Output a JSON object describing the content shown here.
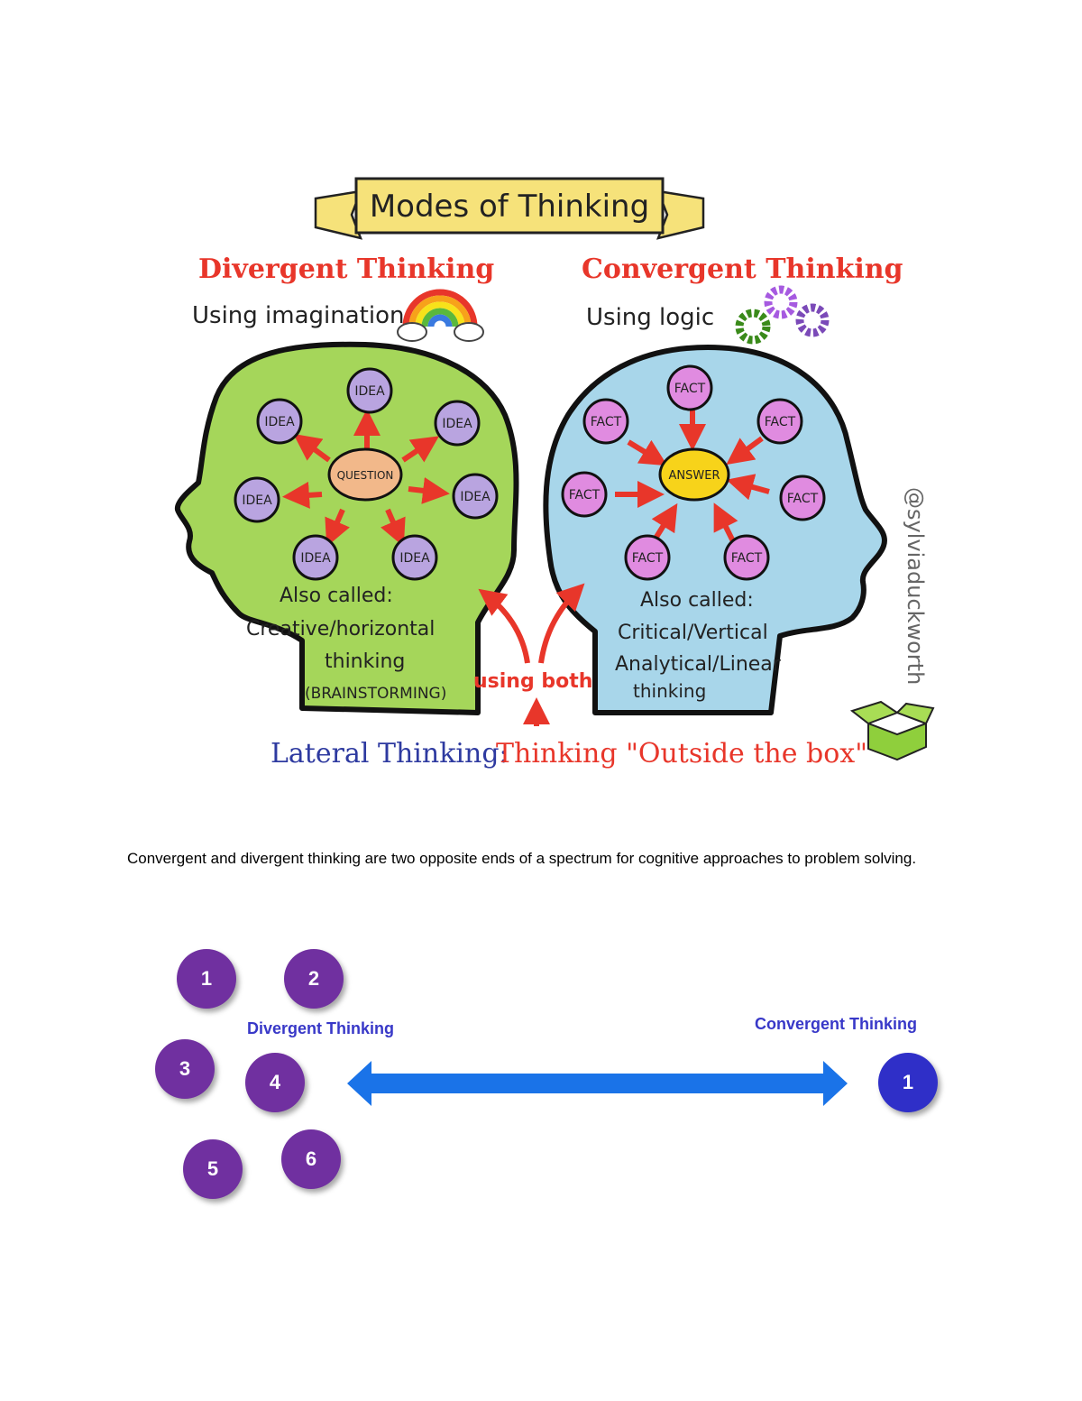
{
  "illustration": {
    "banner_title": "Modes of Thinking",
    "divergent": {
      "title": "Divergent Thinking",
      "subtitle": "Using imagination",
      "center": "QUESTION",
      "nodes": [
        "IDEA",
        "IDEA",
        "IDEA",
        "IDEA",
        "IDEA",
        "IDEA",
        "IDEA"
      ],
      "also_called": [
        "Also called:",
        "Creative/horizontal",
        "thinking",
        "(BRAINSTORMING)"
      ]
    },
    "convergent": {
      "title": "Convergent Thinking",
      "subtitle": "Using logic",
      "center": "ANSWER",
      "nodes": [
        "FACT",
        "FACT",
        "FACT",
        "FACT",
        "FACT",
        "FACT",
        "FACT"
      ],
      "also_called": [
        "Also called:",
        "Critical/Vertical",
        "Analytical/Linear",
        "thinking"
      ]
    },
    "using_both": "using both",
    "lateral_label": "Lateral Thinking:",
    "lateral_desc": "Thinking \"Outside the box\"",
    "credit": "@sylviaduckworth",
    "colors": {
      "divergent_head": "#a5d65a",
      "convergent_head": "#a8d6ea",
      "red": "#e8362a",
      "purple_node": "#b9a4e0",
      "pink_node": "#e08be0",
      "question_fill": "#f2b88a",
      "answer_fill": "#f7d31a",
      "lateral_blue": "#2e3aa0"
    }
  },
  "caption": "Convergent and divergent thinking are two opposite ends of a spectrum for cognitive approaches to problem solving.",
  "spectrum": {
    "divergent_label": "Divergent Thinking",
    "convergent_label": "Convergent Thinking",
    "divergent_numbers": [
      "1",
      "2",
      "3",
      "4",
      "5",
      "6"
    ],
    "convergent_numbers": [
      "1"
    ],
    "colors": {
      "purple": "#7030a0",
      "blue": "#2f2fc8",
      "arrow": "#1a73e8",
      "label": "#3838c8"
    }
  }
}
